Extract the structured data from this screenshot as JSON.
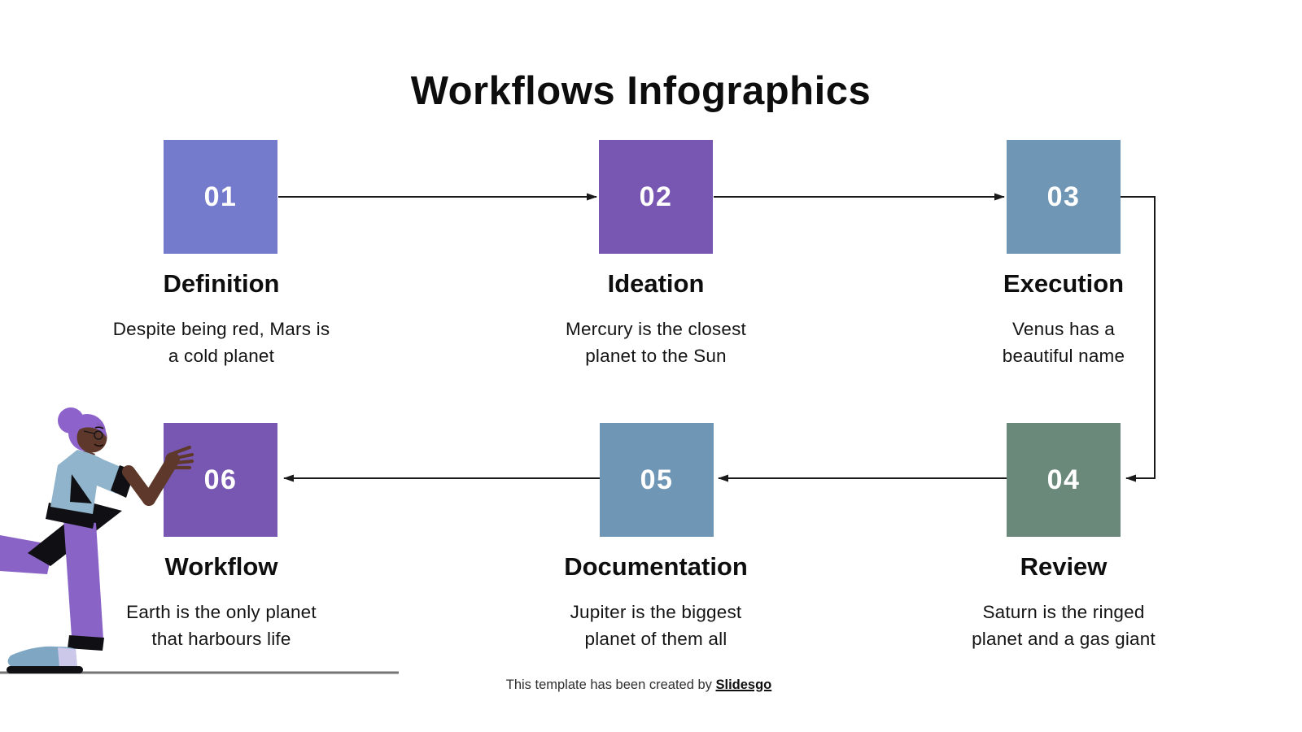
{
  "title": "Workflows Infographics",
  "steps": [
    {
      "number": "01",
      "label": "Definition",
      "description_lines": [
        "Despite being red, Mars is",
        "a cold planet"
      ],
      "color": "#747BCC"
    },
    {
      "number": "02",
      "label": "Ideation",
      "description_lines": [
        "Mercury is the closest",
        "planet to the Sun"
      ],
      "color": "#7857B2"
    },
    {
      "number": "03",
      "label": "Execution",
      "description_lines": [
        "Venus has a",
        "beautiful name"
      ],
      "color": "#7096B5"
    },
    {
      "number": "04",
      "label": "Review",
      "description_lines": [
        "Saturn is the ringed",
        "planet and a gas giant"
      ],
      "color": "#6A897B"
    },
    {
      "number": "05",
      "label": "Documentation",
      "description_lines": [
        "Jupiter is  the biggest",
        "planet of them all"
      ],
      "color": "#7096B5"
    },
    {
      "number": "06",
      "label": "Workflow",
      "description_lines": [
        "Earth is the only planet",
        "that harbours life"
      ],
      "color": "#7857B2"
    }
  ],
  "flow_sequence": [
    "01",
    "02",
    "03",
    "04",
    "05",
    "06"
  ],
  "footer": {
    "text": "This template has been created by ",
    "brand": "Slidesgo"
  },
  "colors": {
    "background": "#ffffff",
    "title_text": "#0d0d0d",
    "arrow": "#1a1a1a",
    "ground_line": "#757575",
    "step_number_text": "#ffffff"
  },
  "illustration": {
    "name": "person-pushing-block",
    "skin": "#5E392B",
    "hair": "#8D63CB",
    "shirt": "#8FB4CB",
    "pants": "#8A63C6",
    "shoe": "#7FA7C3",
    "shoe_accent": "#CBC8E9",
    "accents": "#101014"
  }
}
